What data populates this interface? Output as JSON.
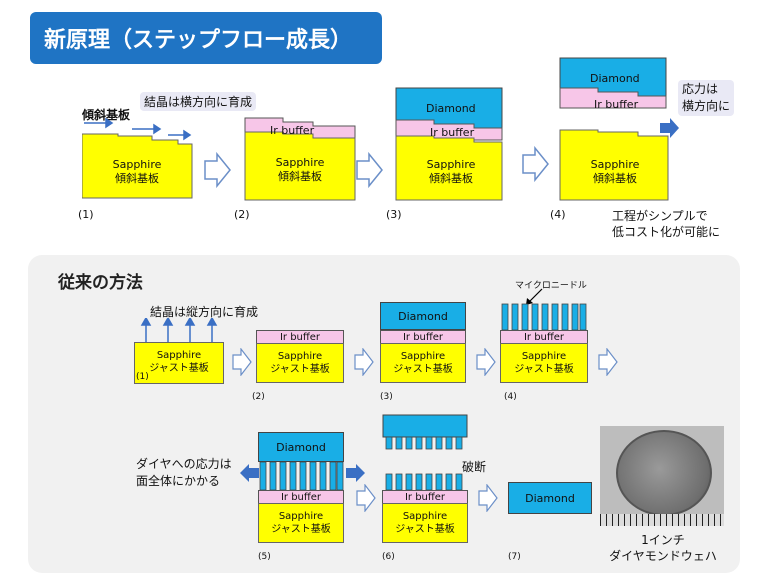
{
  "title": "新原理（ステップフロー成長）",
  "new": {
    "substrate_label": "傾斜基板",
    "growth_label": "結晶は横方向に育成",
    "stress_label": "応力は\n横方向に",
    "note": "工程がシンプルで\n低コスト化が可能に",
    "sapphire": "Sapphire",
    "tilt": "傾斜基板",
    "ir": "Ir buffer",
    "diamond": "Diamond",
    "steps": [
      "(1)",
      "(2)",
      "(3)",
      "(4)"
    ]
  },
  "old": {
    "heading": "従来の方法",
    "growth_label": "結晶は縦方向に育成",
    "needle_label": "マイクロニードル",
    "stress_label": "ダイヤへの応力は\n面全体にかかる",
    "break_label": "破断",
    "sapphire": "Sapphire",
    "just": "ジャスト基板",
    "ir": "Ir buffer",
    "ir_spaced": "Ir  buffer",
    "diamond": "Diamond",
    "steps": [
      "(1)",
      "(2)",
      "(3)",
      "(4)",
      "(5)",
      "(6)",
      "(7)"
    ],
    "wafer_caption": "1インチ\nダイヤモンドウェハ"
  },
  "colors": {
    "title_bg": "#1f74c4",
    "sapphire": "#ffff00",
    "diamond": "#19aee6",
    "ir": "#f7c6e8",
    "arrow": "#3a6fc4"
  }
}
